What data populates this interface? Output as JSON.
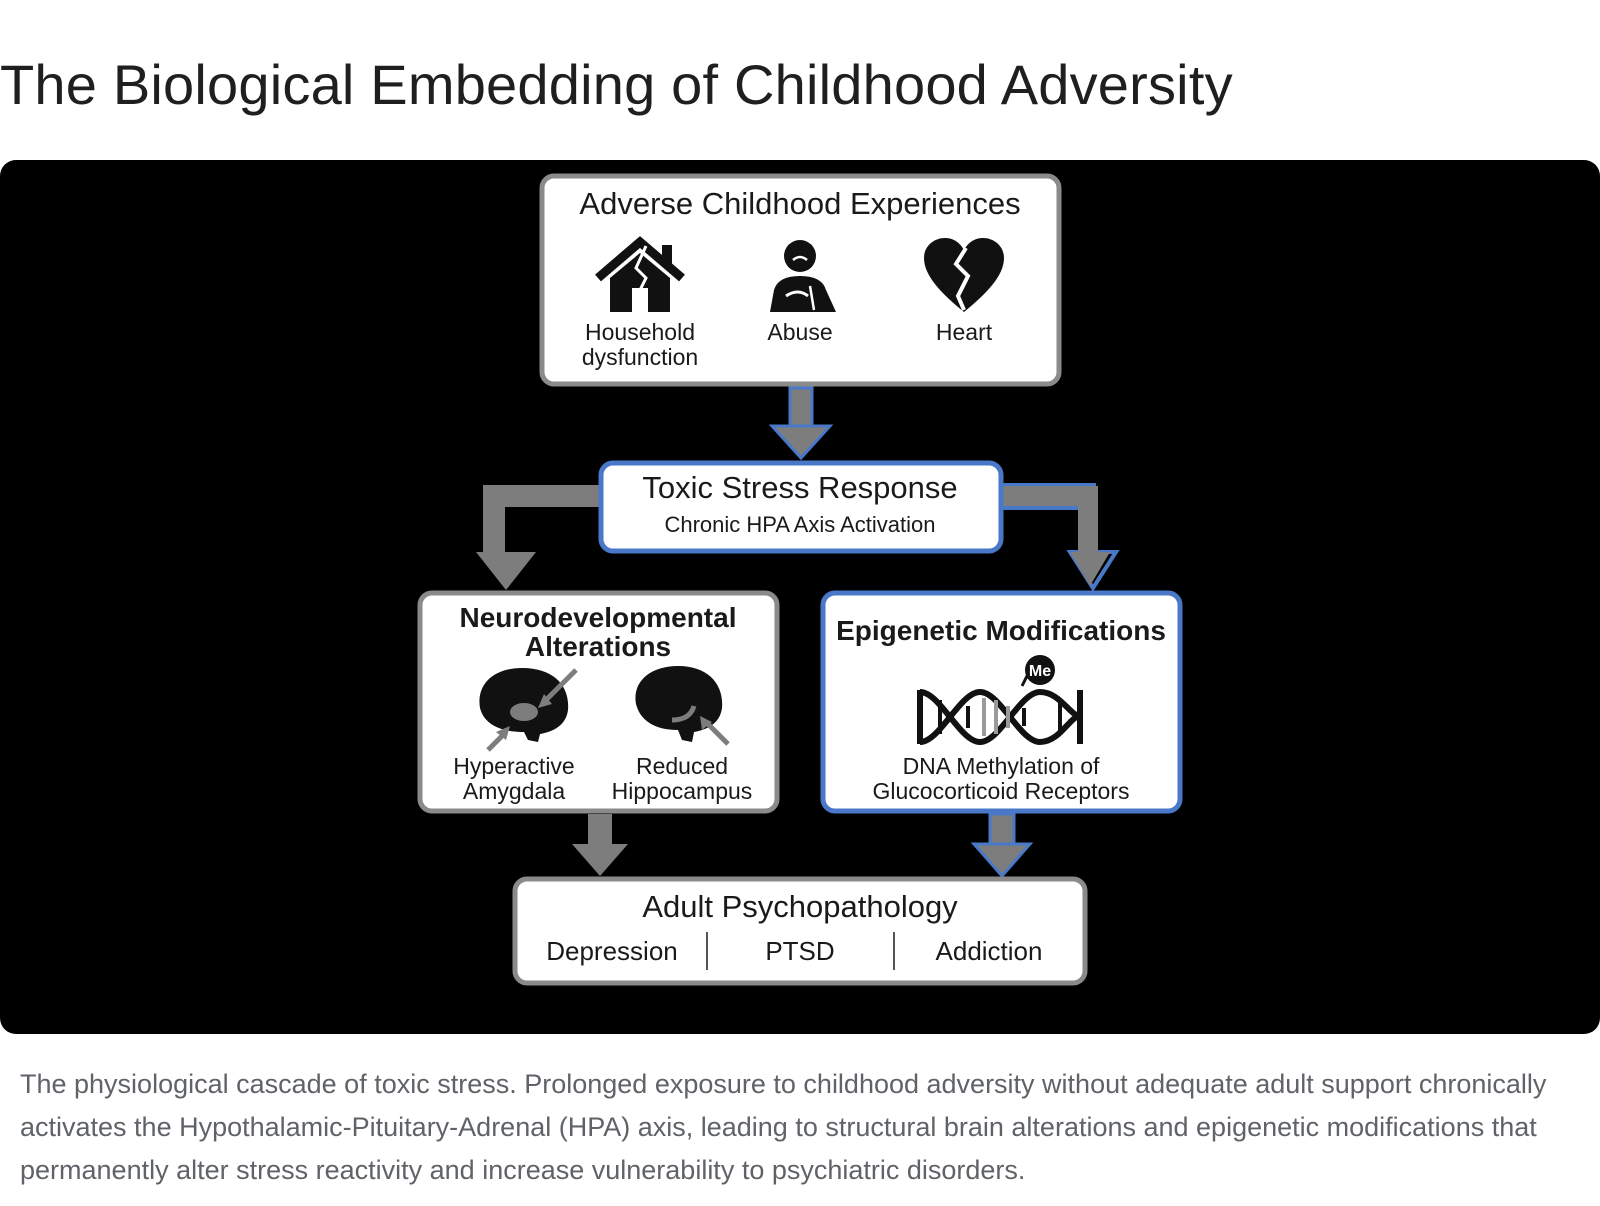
{
  "page": {
    "title": "The Biological Embedding of Childhood Adversity",
    "caption": "The physiological cascade of toxic stress. Prolonged exposure to childhood adversity without adequate adult support chronically activates the Hypothalamic-Pituitary-Adrenal (HPA) axis, leading to structural brain alterations and epigenetic modifications that permanently alter stress reactivity and increase vulnerability to psychiatric disorders."
  },
  "colors": {
    "background": "#000000",
    "box_fill": "#ffffff",
    "box_border_gray": "#8a8a8a",
    "box_border_blue": "#4a78c8",
    "arrow_gray": "#7d7d7d"
  },
  "diagram": {
    "aces": {
      "title": "Adverse Childhood Experiences",
      "items": [
        {
          "icon": "broken-house-icon",
          "label_line1": "Household",
          "label_line2": "dysfunction"
        },
        {
          "icon": "distressed-person-icon",
          "label_line1": "Abuse",
          "label_line2": ""
        },
        {
          "icon": "broken-heart-icon",
          "label_line1": "Heart",
          "label_line2": ""
        }
      ]
    },
    "stress": {
      "title": "Toxic Stress Response",
      "subtitle": "Chronic HPA Axis Activation"
    },
    "neuro": {
      "title_line1": "Neurodevelopmental",
      "title_line2": "Alterations",
      "items": [
        {
          "icon": "brain-amygdala-icon",
          "label_line1": "Hyperactive",
          "label_line2": "Amygdala"
        },
        {
          "icon": "brain-hippocampus-icon",
          "label_line1": "Reduced",
          "label_line2": "Hippocampus"
        }
      ]
    },
    "epi": {
      "title": "Epigenetic Modifications",
      "methyl_tag": "Me",
      "label_line1": "DNA Methylation of",
      "label_line2": "Glucocorticoid Receptors"
    },
    "adult": {
      "title": "Adult Psychopathology",
      "outcomes": [
        "Depression",
        "PTSD",
        "Addiction"
      ]
    }
  }
}
